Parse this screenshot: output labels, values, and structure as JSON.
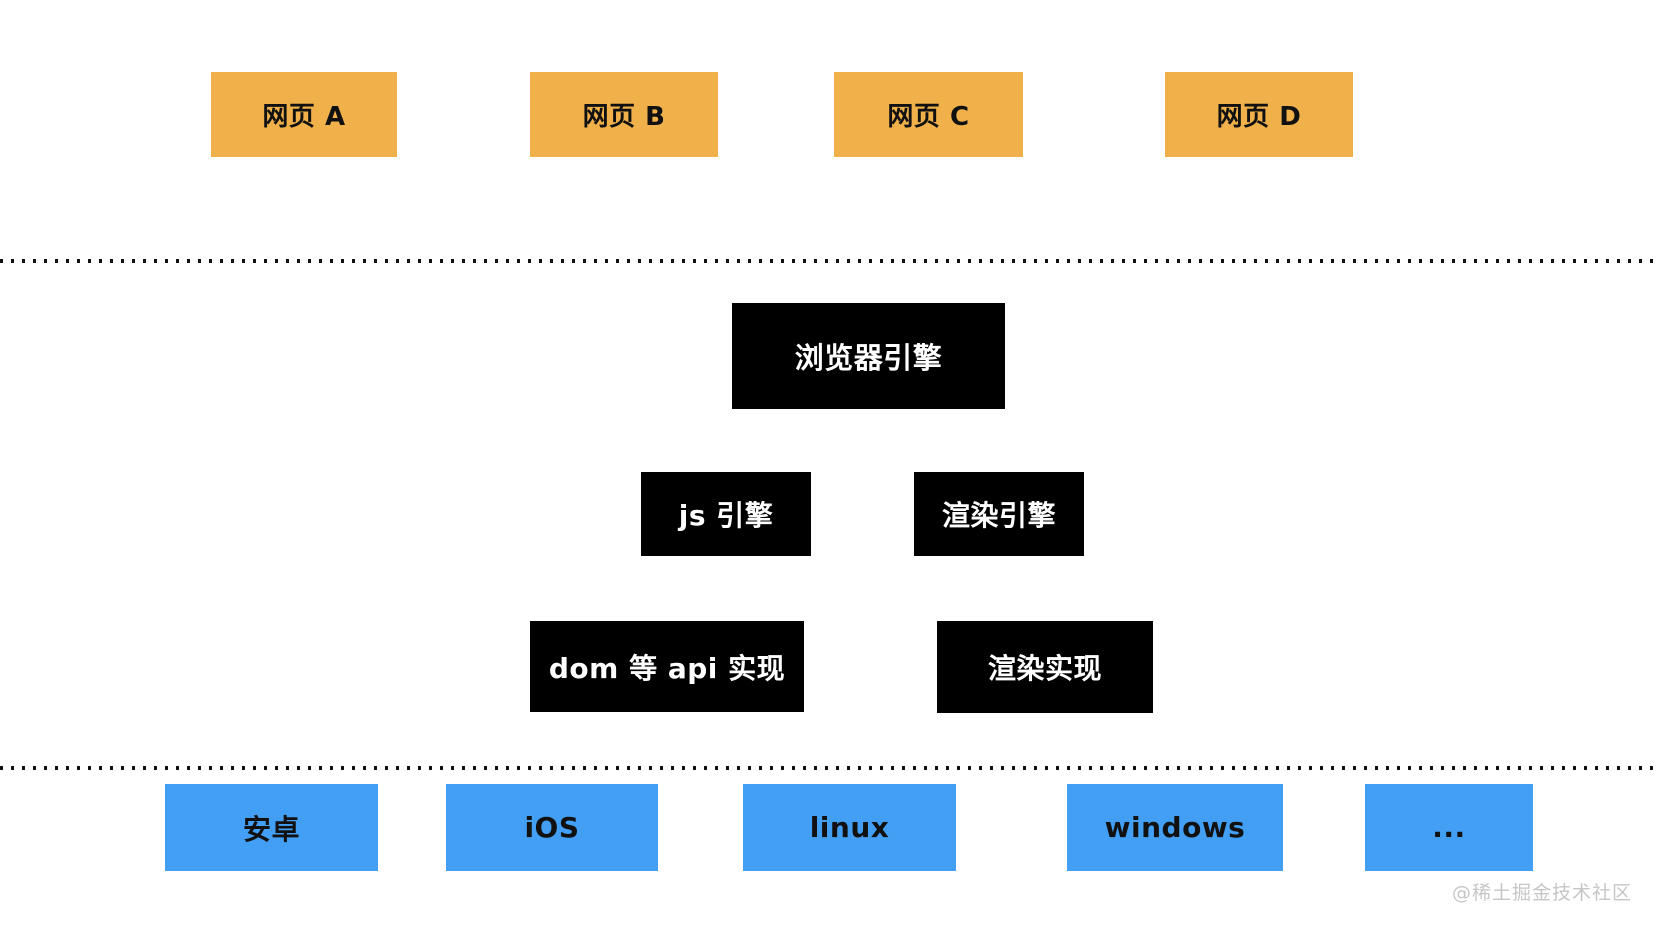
{
  "diagram": {
    "title_domain": "browser-architecture-diagram",
    "colors": {
      "page_box_bg": "#F0B14A",
      "engine_box_bg": "#000000",
      "os_box_bg": "#429FF3",
      "dark_text": "#111111",
      "light_text": "#ffffff",
      "divider_dot": "#111111",
      "watermark_text": "#c6c6c6"
    },
    "pages": [
      {
        "label": "网页 A"
      },
      {
        "label": "网页 B"
      },
      {
        "label": "网页 C"
      },
      {
        "label": "网页 D"
      }
    ],
    "browser_engine": {
      "label": "浏览器引擎"
    },
    "engines": [
      {
        "label": "js 引擎"
      },
      {
        "label": "渲染引擎"
      }
    ],
    "implementations": [
      {
        "label": "dom 等 api 实现"
      },
      {
        "label": "渲染实现"
      }
    ],
    "os_list": [
      {
        "label": "安卓"
      },
      {
        "label": "iOS"
      },
      {
        "label": "linux"
      },
      {
        "label": "windows"
      },
      {
        "label": "..."
      }
    ],
    "watermark": "@稀土掘金技术社区"
  }
}
